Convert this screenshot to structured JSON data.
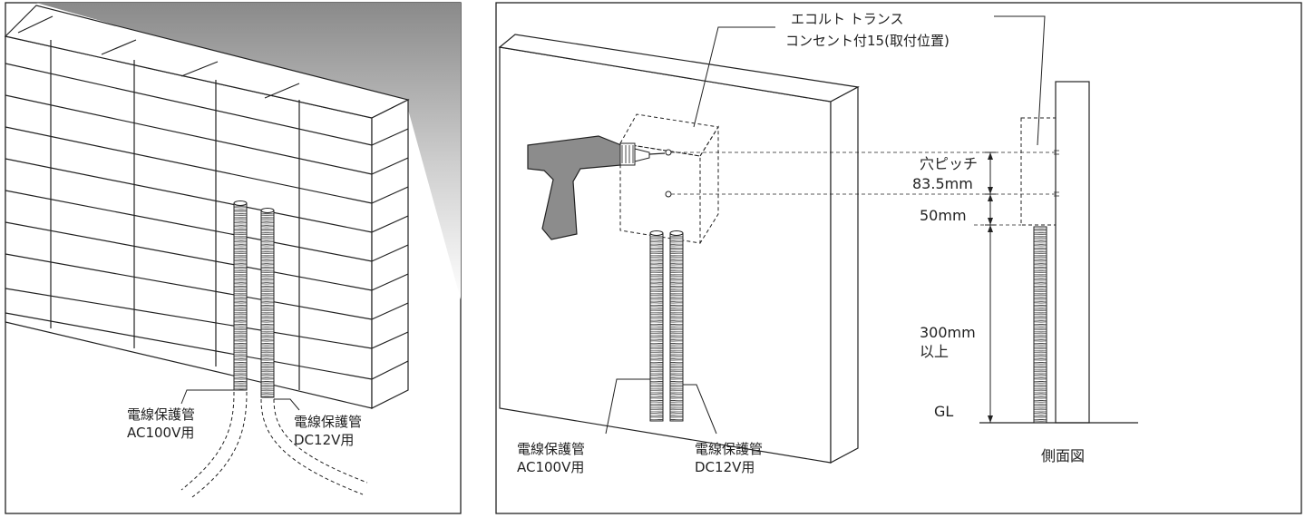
{
  "left_panel": {
    "conduit_ac_label_line1": "電線保護管",
    "conduit_ac_label_line2": "AC100V用",
    "conduit_dc_label_line1": "電線保護管",
    "conduit_dc_label_line2": "DC12V用"
  },
  "right_panel": {
    "product_label_line1": "エコルト トランス",
    "product_label_line2": "コンセント付15(取付位置)",
    "hole_pitch_label": "穴ピッチ",
    "hole_pitch_value": "83.5mm",
    "gap_value": "50mm",
    "min_height_value": "300mm",
    "min_height_suffix": "以上",
    "ground_label": "GL",
    "side_view_label": "側面図",
    "conduit_ac_label_line1": "電線保護管",
    "conduit_ac_label_line2": "AC100V用",
    "conduit_dc_label_line1": "電線保護管",
    "conduit_dc_label_line2": "DC12V用"
  },
  "colors": {
    "line": "#222222",
    "drill": "#8c8c8c",
    "sky_gradient_top": "#8e8e8e"
  }
}
